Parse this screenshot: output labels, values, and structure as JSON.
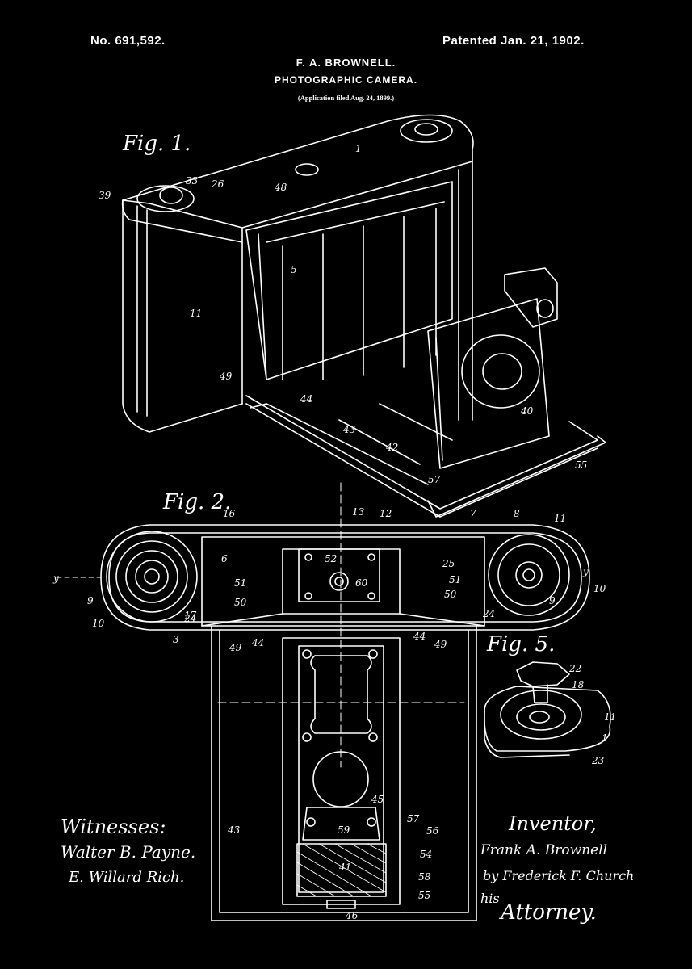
{
  "header": {
    "patent_number": "No. 691,592.",
    "patented_date": "Patented Jan. 21, 1902.",
    "inventor_name": "F. A. BROWNELL.",
    "title": "PHOTOGRAPHIC CAMERA.",
    "application": "(Application filed Aug. 24, 1899.)"
  },
  "figures": {
    "fig1": "Fig. 1.",
    "fig2": "Fig. 2.",
    "fig5": "Fig. 5."
  },
  "labels": {
    "fig1": [
      "1",
      "33",
      "26",
      "39",
      "48",
      "5",
      "11",
      "49",
      "44",
      "43",
      "42",
      "40",
      "57",
      "55"
    ],
    "fig2": [
      "13",
      "12",
      "16",
      "7",
      "8",
      "11",
      "6",
      "52",
      "25",
      "y",
      "y",
      "51",
      "60",
      "51",
      "9",
      "50",
      "50",
      "10",
      "10",
      "24",
      "24",
      "17",
      "9",
      "3",
      "44",
      "44",
      "49",
      "49",
      "43",
      "59",
      "57",
      "56",
      "41",
      "54",
      "58",
      "55",
      "46",
      "45"
    ],
    "fig5": [
      "22",
      "18",
      "11",
      "1",
      "23"
    ]
  },
  "signatures": {
    "witnesses_label": "Witnesses:",
    "witness1": "Walter B. Payne.",
    "witness2": "E. Willard Rich.",
    "inventor_label": "Inventor,",
    "inventor_signature": "Frank A. Brownell",
    "by_attorney": "by Frederick F. Church",
    "his": "his",
    "attorney_label": "Attorney."
  }
}
